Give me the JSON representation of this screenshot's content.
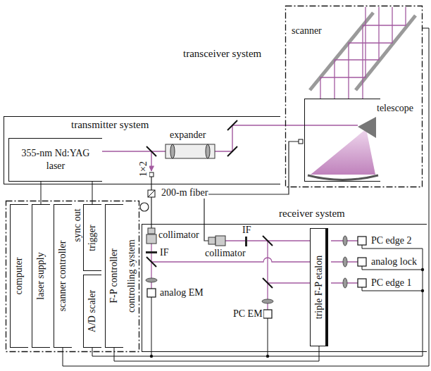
{
  "diagram": {
    "nodes": [
      {
        "text": [
          "transceiver system"
        ]
      },
      {
        "text": [
          "telescope"
        ],
        "in": 0
      },
      {
        "text": [
          "transmitter system"
        ]
      },
      {
        "text": [
          "355-nm Nd:YAG laser"
        ],
        "in": 2
      },
      {
        "text": [
          "controlling system"
        ]
      },
      {
        "text": [
          "computer"
        ],
        "in": 4
      },
      {
        "text": [
          "laser supply"
        ],
        "in": 4
      },
      {
        "text": [
          "scanner controller"
        ],
        "in": 4
      },
      {
        "text": [
          "trigger"
        ],
        "in": 4
      },
      {
        "text": [
          "A/D scaler"
        ],
        "in": 4
      },
      {
        "text": [
          "F-P controller"
        ],
        "in": 4
      },
      {
        "text": [
          "receiver system"
        ]
      },
      {
        "text": [
          "triple F-P etalon"
        ],
        "in": 11
      }
    ],
    "edges": [
      {
        "from": 6,
        "to": 3,
        "arrow": "none"
      },
      {
        "from": 8,
        "to": 3,
        "arrow": "none"
      },
      {
        "from": 7,
        "to": 0,
        "arrow": "none"
      },
      {
        "from": 10,
        "to": 12,
        "arrow": "none"
      }
    ],
    "labels": [
      "scanner",
      "expander",
      "1×2",
      "200-m fiber",
      "sync out",
      "collimator",
      "IF",
      "collimator",
      "IF",
      "analog EM",
      "PC EM",
      "PC edge 2",
      "analog lock",
      "PC edge 1"
    ]
  }
}
